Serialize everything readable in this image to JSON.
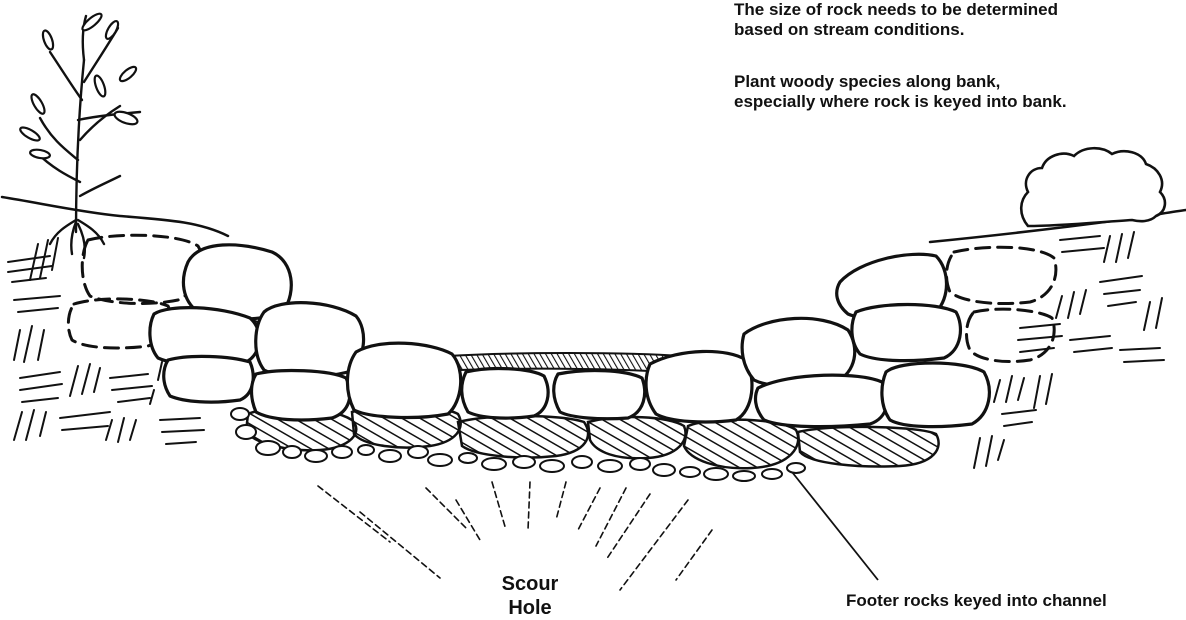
{
  "notes": {
    "rock_size": {
      "line1": "The size of rock needs to be determined",
      "line2": "based on stream conditions."
    },
    "planting": {
      "line1": "Plant woody species along bank,",
      "line2": "especially where rock is keyed into bank."
    }
  },
  "labels": {
    "scour_line1": "Scour",
    "scour_line2": "Hole",
    "footer": "Footer rocks keyed into channel"
  }
}
